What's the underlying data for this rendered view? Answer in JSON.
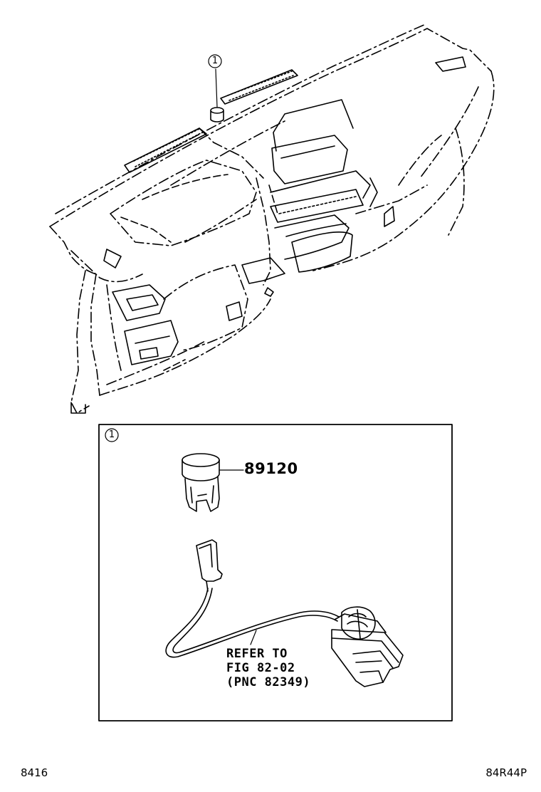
{
  "callouts": {
    "main_ref": "1",
    "detail_ref": "1"
  },
  "parts": {
    "switch_part_number": "89120",
    "wire_note_line1": "REFER TO",
    "wire_note_line2": "FIG 82-02",
    "wire_note_line3": "(PNC 82349)"
  },
  "footer": {
    "left_code": "8416",
    "right_code": "84R44P"
  },
  "icons": {
    "dashboard": "instrument-panel-outline",
    "sensor": "light-control-sensor",
    "harness": "wire-harness-connector"
  }
}
